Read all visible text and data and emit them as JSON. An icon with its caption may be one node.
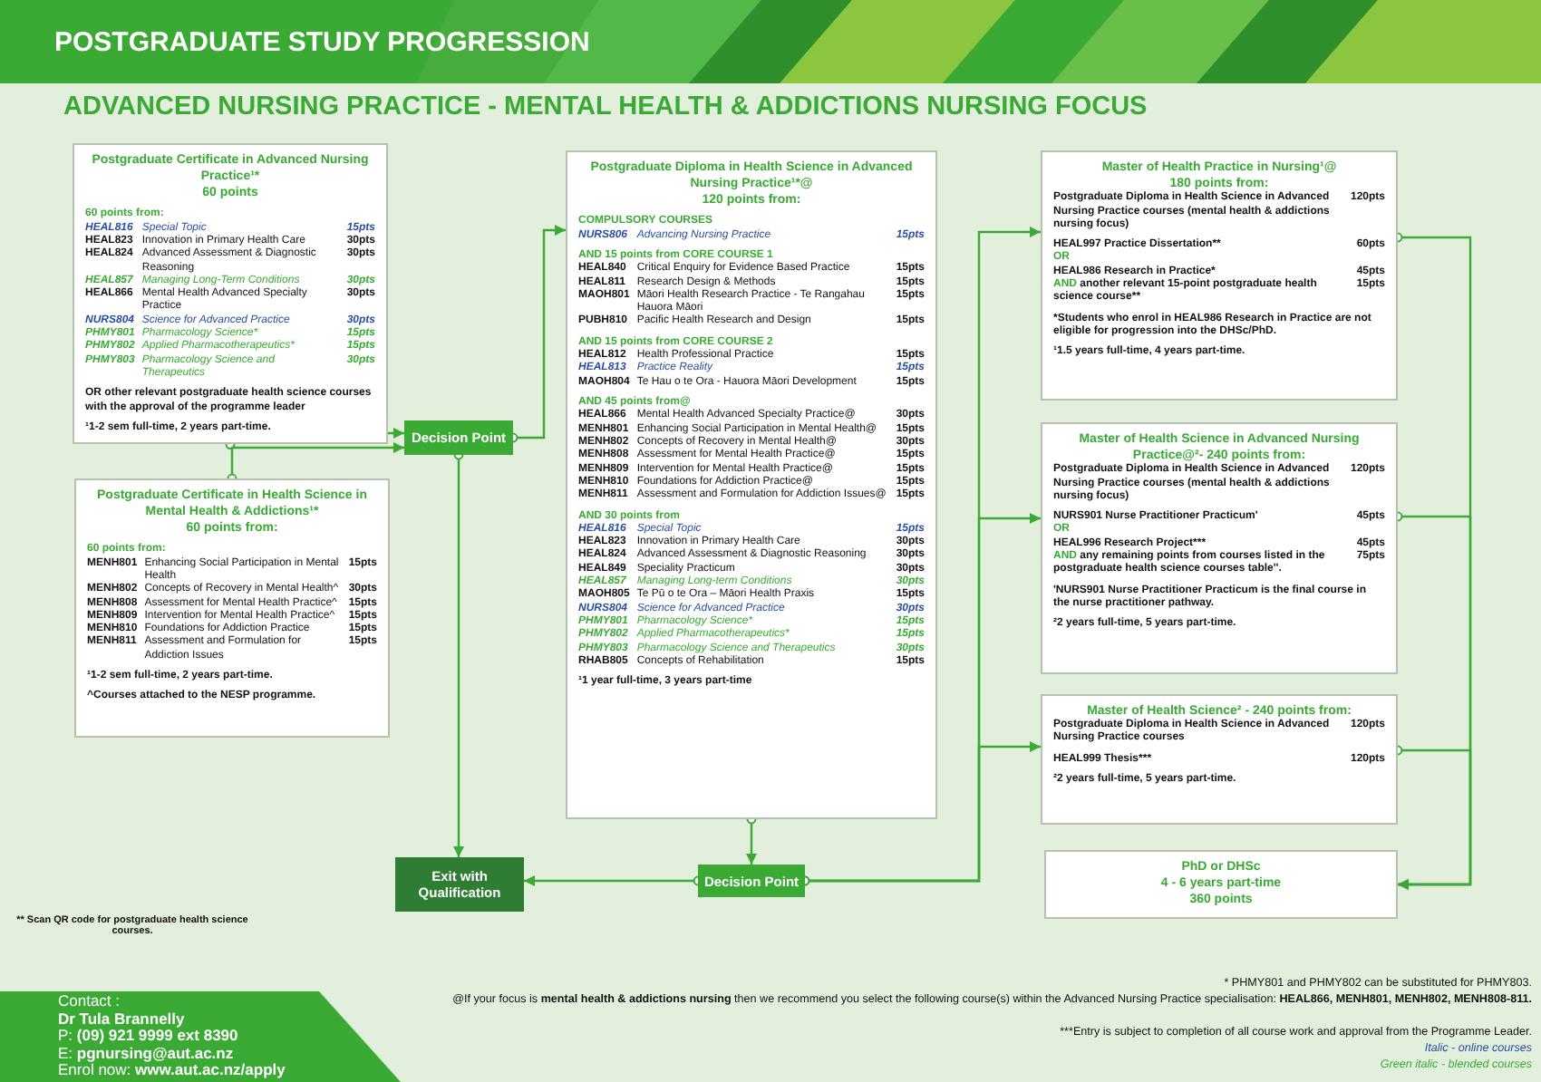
{
  "diagram": {
    "title": "POSTGRADUATE STUDY PROGRESSION",
    "nodes": [
      {
        "text": [
          "Postgraduate Certificate in Advanced Nursing Practice¹*",
          "60 points",
          "60 points from:",
          "HEAL816",
          "Special Topic",
          "15pts",
          "HEAL823",
          "Innovation in Primary Health Care",
          "30pts",
          "HEAL824",
          "Advanced Assessment & Diagnostic Reasoning",
          "30pts",
          "HEAL857",
          "Managing Long-Term Conditions",
          "30pts",
          "HEAL866",
          "Mental Health Advanced Specialty Practice",
          "30pts",
          "NURS804",
          "Science for Advanced Practice",
          "30pts",
          "PHMY801",
          "Pharmacology Science*",
          "15pts",
          "PHMY802",
          "Applied Pharmacotherapeutics*",
          "15pts",
          "PHMY803",
          "Pharmacology Science and Therapeutics",
          "30pts",
          "OR other relevant postgraduate health science courses with the approval of the programme leader",
          "¹1-2 sem full-time, 2 years part-time."
        ]
      },
      {
        "text": [
          "Postgraduate Certificate in Health Science in Mental Health & Addictions¹*",
          "60 points from:",
          "60 points from:",
          "MENH801",
          "Enhancing Social Participation in Mental Health",
          "15pts",
          "MENH802",
          "Concepts of Recovery in Mental Health^",
          "30pts",
          "MENH808",
          "Assessment for Mental Health Practice^",
          "15pts",
          "MENH809",
          "Intervention for Mental Health Practice^",
          "15pts",
          "MENH810",
          "Foundations for Addiction Practice",
          "15pts",
          "MENH811",
          "Assessment and Formulation for Addiction Issues",
          "15pts",
          "¹1-2 sem full-time, 2 years part-time.",
          "^Courses attached to the NESP programme."
        ]
      },
      {
        "text": [
          "Decision Point"
        ]
      },
      {
        "text": [
          "Exit with Qualification"
        ]
      },
      {
        "text": [
          "Postgraduate Diploma in Health Science in Advanced Nursing Practice¹*@",
          "120 points from:",
          "COMPULSORY COURSES",
          "NURS806",
          "Advancing Nursing Practice",
          "15pts",
          "AND 15 points from CORE COURSE 1",
          "HEAL840",
          "Critical Enquiry for Evidence Based Practice",
          "15pts",
          "HEAL811",
          "Research Design & Methods",
          "15pts",
          "MAOH801",
          "Māori Health Research Practice - Te Rangahau Hauora Māori",
          "15pts",
          "PUBH810",
          "Pacific Health Research and Design",
          "15pts",
          "AND 15 points from CORE COURSE 2",
          "HEAL812",
          "Health Professional Practice",
          "15pts",
          "HEAL813",
          "Practice Reality",
          "15pts",
          "MAOH804",
          "Te Hau o te Ora - Hauora Māori Development",
          "15pts",
          "AND 45 points from@",
          "HEAL866",
          "Mental Health Advanced Specialty Practice@",
          "30pts",
          "MENH801",
          "Enhancing Social Participation in Mental Health@",
          "15pts",
          "MENH802",
          "Concepts of Recovery in Mental Health@",
          "30pts",
          "MENH808",
          "Assessment for Mental Health Practice@",
          "15pts",
          "MENH809",
          "Intervention for Mental Health Practice@",
          "15pts",
          "MENH810",
          "Foundations for Addiction Practice@",
          "15pts",
          "MENH811",
          "Assessment and Formulation for Addiction Issues@",
          "15pts",
          "AND 30 points from",
          "HEAL816",
          "Special Topic",
          "15pts",
          "HEAL823",
          "Innovation in Primary Health Care",
          "30pts",
          "HEAL824",
          "Advanced Assessment & Diagnostic Reasoning",
          "30pts",
          "HEAL849",
          "Speciality Practicum",
          "30pts",
          "HEAL857",
          "Managing Long-term Conditions",
          "30pts",
          "MAOH805",
          "Te Pū o te Ora – Māori Health Praxis",
          "15pts",
          "NURS804",
          "Science for Advanced Practice",
          "30pts",
          "PHMY801",
          "Pharmacology Science*",
          "15pts",
          "PHMY802",
          "Applied Pharmacotherapeutics*",
          "15pts",
          "PHMY803",
          "Pharmacology Science and Therapeutics",
          "30pts",
          "RHAB805",
          "Concepts of Rehabilitation",
          "15pts",
          "¹1 year full-time, 3 years part-time"
        ]
      },
      {
        "text": [
          "Decision Point"
        ]
      },
      {
        "text": [
          "Master of Health Practice in Nursing¹@",
          "180 points from:",
          "Postgraduate Diploma in Health Science in Advanced Nursing Practice courses (mental health & addictions nursing focus)",
          "120pts",
          "HEAL997 Practice Dissertation**",
          "60pts",
          "OR",
          "HEAL986 Research in Practice*",
          "45pts",
          "AND",
          "another relevant 15-point postgraduate health science course**",
          "15pts",
          "*Students who enrol in HEAL986 Research in Practice are not eligible for progression into the DHSc/PhD.",
          "¹1.5 years full-time, 4 years part-time."
        ]
      },
      {
        "text": [
          "Master of Health Science in Advanced Nursing Practice@²- 240 points from:",
          "Postgraduate Diploma in Health Science in Advanced Nursing Practice courses (mental health & addictions nursing focus)",
          "120pts",
          "NURS901 Nurse Practitioner Practicum'",
          "45pts",
          "OR",
          "HEAL996 Research Project***",
          "45pts",
          "AND",
          "any remaining points from courses listed in the postgraduate health science courses table''.",
          "75pts",
          "'NURS901 Nurse Practitioner Practicum is the final course in the nurse practitioner pathway.",
          "²2 years full-time, 5 years part-time."
        ]
      },
      {
        "text": [
          "Master of Health Science² - 240 points from:",
          "Postgraduate Diploma in Health Science in Advanced Nursing Practice courses",
          "120pts",
          "HEAL999 Thesis***",
          "120pts",
          "²2 years full-time, 5 years part-time."
        ]
      },
      {
        "text": [
          "PhD or DHSc",
          "4 - 6 years part-time",
          "360 points"
        ]
      }
    ],
    "edges": [
      {
        "from": 0,
        "to": 2,
        "arrow": "to"
      },
      {
        "from": 1,
        "to": 2,
        "arrow": "to"
      },
      {
        "from": 2,
        "to": 4,
        "arrow": "to"
      },
      {
        "from": 2,
        "to": 3,
        "arrow": "to"
      },
      {
        "from": 4,
        "to": 5,
        "arrow": "to"
      },
      {
        "from": 5,
        "to": 3,
        "arrow": "to"
      },
      {
        "from": 5,
        "to": 6,
        "arrow": "to"
      },
      {
        "from": 5,
        "to": 7,
        "arrow": "to"
      },
      {
        "from": 5,
        "to": 8,
        "arrow": "to"
      },
      {
        "from": 6,
        "to": 9,
        "arrow": "to"
      },
      {
        "from": 7,
        "to": 9,
        "arrow": "to"
      },
      {
        "from": 8,
        "to": 9,
        "arrow": "to"
      }
    ],
    "labels": [
      "ADVANCED NURSING PRACTICE - MENTAL HEALTH & ADDICTIONS NURSING FOCUS",
      "** Scan QR code for postgraduate health science courses.",
      "Contact :",
      "Dr Tula Brannelly",
      "P: **(09) 921 9999 ext 8390**",
      "E: **pgnursing@aut.ac.nz**",
      "Enrol now: **www.aut.ac.nz/apply**",
      "* PHMY801 and PHMY802 can be substituted for PHMY803.",
      "@If your focus is **mental health & addictions nursing** then we recommend you select the following course(s) within the Advanced Nursing Practice specialisation: **HEAL866, MENH801, MENH802, MENH808-811.**",
      "***Entry is subject to completion of all course work and approval from the Programme Leader.",
      "Italic - online courses",
      "Green italic - blended courses"
    ]
  }
}
